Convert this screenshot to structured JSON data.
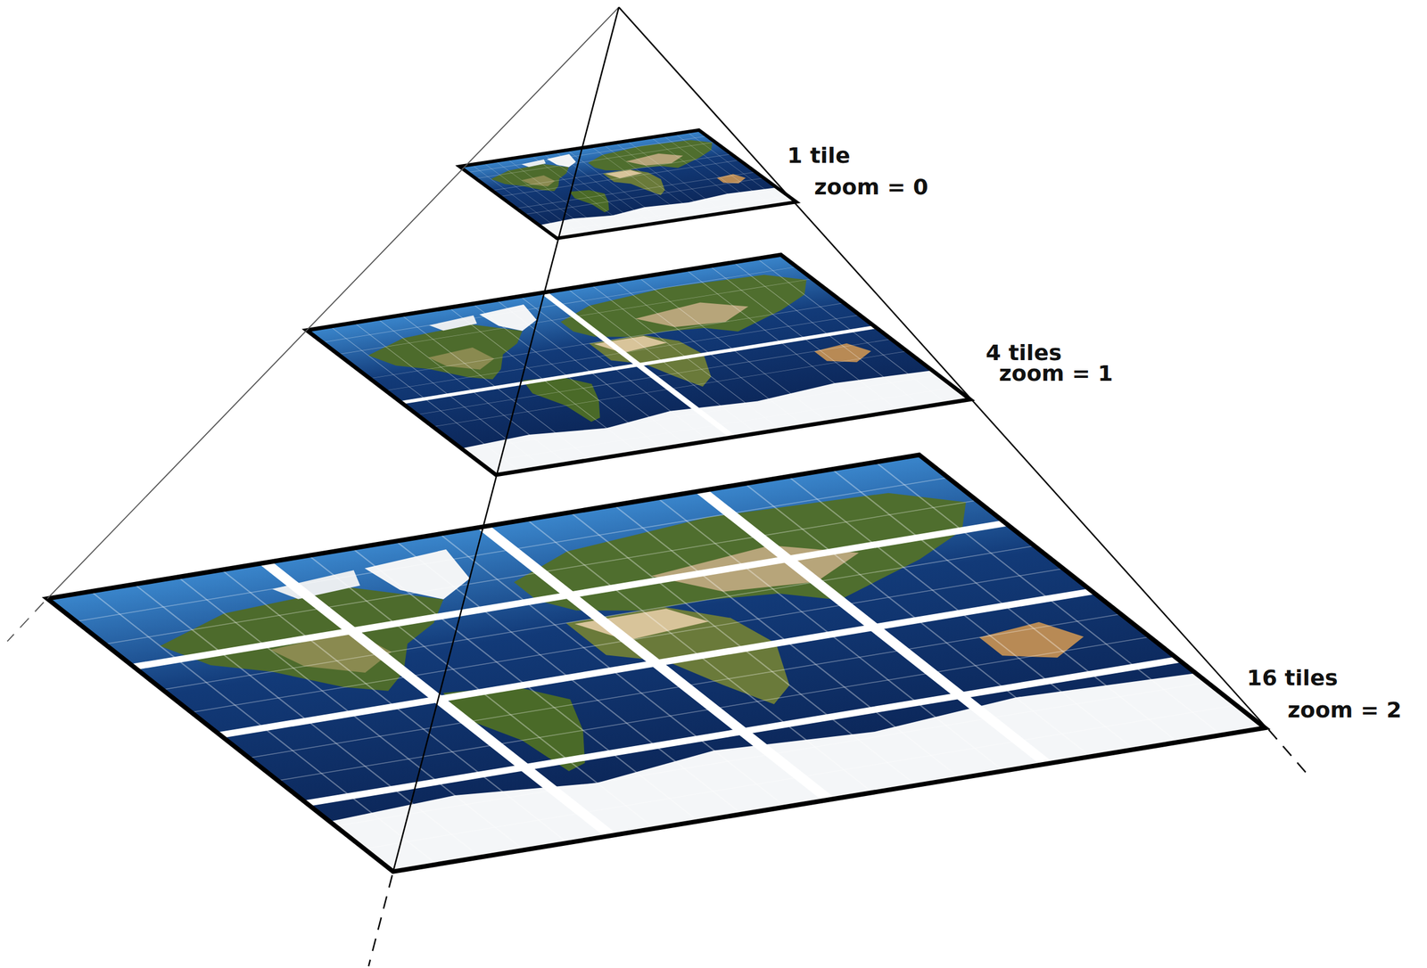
{
  "diagram": {
    "labels": [
      "1 tile",
      "zoom = 0",
      "4 tiles",
      "zoom = 1",
      "16 tiles",
      "zoom = 2"
    ]
  }
}
